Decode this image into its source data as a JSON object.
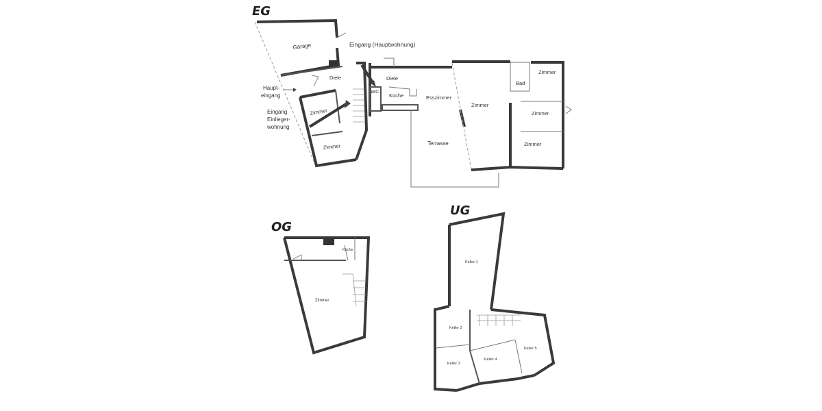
{
  "floors": {
    "eg": {
      "title": "EG",
      "rooms": {
        "garage": "Garage",
        "diele_left": "Diele",
        "diele_right": "Diele",
        "wc": "WC",
        "kueche": "Küche",
        "esszimmer": "Esszimmer",
        "zimmer_left_upper": "Zimmer",
        "zimmer_left_lower": "Zimmer",
        "zimmer_center": "Zimmer",
        "bad": "Bad",
        "zimmer_right_top": "Zimmer",
        "zimmer_right_mid": "Zimmer",
        "zimmer_right_bottom": "Zimmer",
        "terrasse": "Terrasse"
      },
      "annotations": {
        "eingang_haupt": "Eingang (Hauptwohnung)",
        "haupteingang_1": "Haupt-",
        "haupteingang_2": "eingang",
        "einlieger_1": "Eingang",
        "einlieger_2": "Einlieger-",
        "einlieger_3": "wohnung"
      }
    },
    "og": {
      "title": "OG",
      "rooms": {
        "kueche": "Küche",
        "zimmer": "Zimmer"
      }
    },
    "ug": {
      "title": "UG",
      "rooms": {
        "keller1": "Keller 1",
        "keller2": "Keller 2",
        "keller3": "Keller 3",
        "keller4": "Keller 4",
        "keller5": "Keller 5"
      }
    }
  },
  "colors": {
    "background": "#ffffff",
    "wall": "#3a3a3a",
    "text": "#333333"
  }
}
